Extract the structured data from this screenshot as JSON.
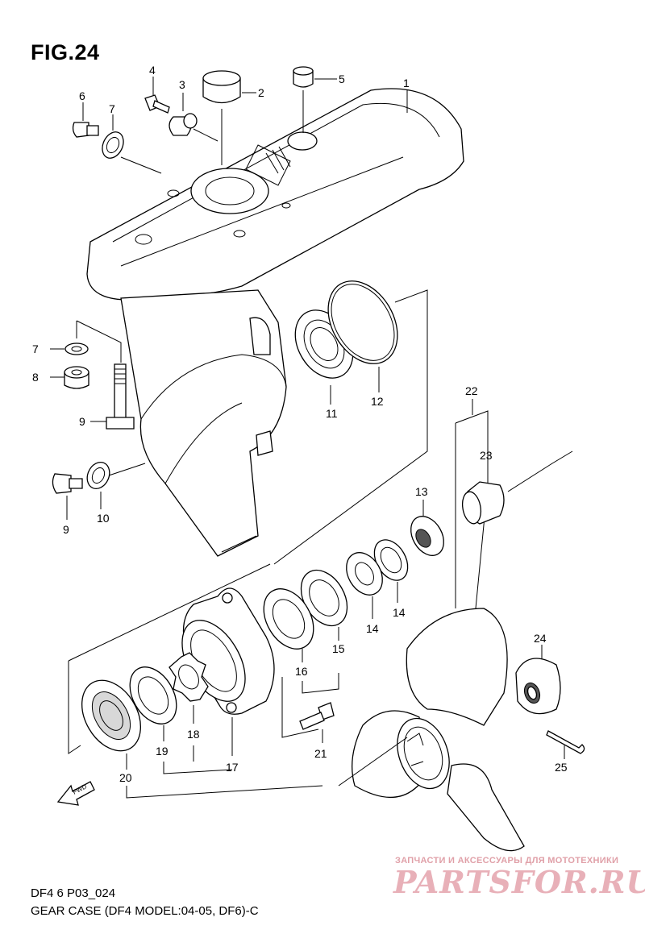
{
  "figure": {
    "title": "FIG.24",
    "code": "DF4 6 P03_024",
    "caption": "GEAR CASE (DF4 MODEL:04-05, DF6)-C"
  },
  "callouts": [
    "1",
    "2",
    "3",
    "4",
    "5",
    "6",
    "7",
    "7",
    "8",
    "9",
    "9",
    "10",
    "11",
    "12",
    "13",
    "14",
    "14",
    "15",
    "16",
    "17",
    "18",
    "19",
    "20",
    "21",
    "22",
    "23",
    "24",
    "25"
  ],
  "fwd_label": "FWD",
  "watermark": {
    "tagline": "ЗАПЧАСТИ И АКСЕССУАРЫ ДЛЯ МОТОТЕХНИКИ",
    "logo": "PARTSFOR.RU"
  }
}
